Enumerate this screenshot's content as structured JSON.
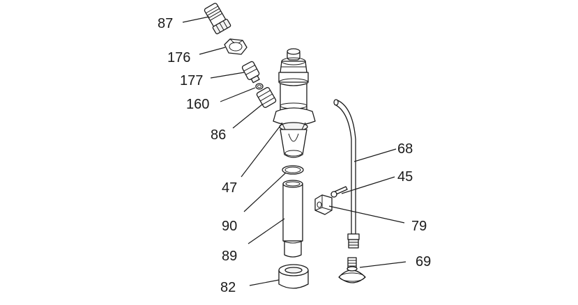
{
  "callouts": [
    {
      "id": "c87",
      "label": "87"
    },
    {
      "id": "c176",
      "label": "176"
    },
    {
      "id": "c177",
      "label": "177"
    },
    {
      "id": "c160",
      "label": "160"
    },
    {
      "id": "c86",
      "label": "86"
    },
    {
      "id": "c47",
      "label": "47"
    },
    {
      "id": "c90",
      "label": "90"
    },
    {
      "id": "c89",
      "label": "89"
    },
    {
      "id": "c82",
      "label": "82"
    },
    {
      "id": "c68",
      "label": "68"
    },
    {
      "id": "c45",
      "label": "45"
    },
    {
      "id": "c79",
      "label": "79"
    },
    {
      "id": "c69",
      "label": "69"
    }
  ]
}
